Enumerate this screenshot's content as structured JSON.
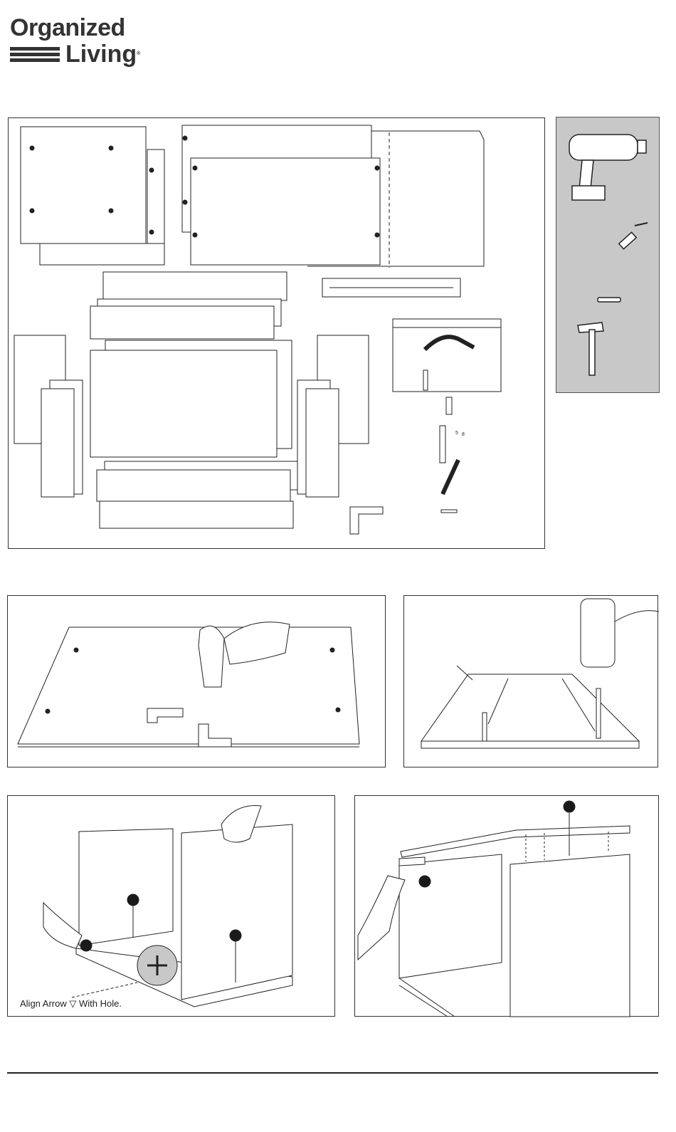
{
  "brand": {
    "line1": "Organized",
    "line2": "Living",
    "trademark": "®"
  },
  "parts_panel": {
    "small_marks": [
      "5",
      "8"
    ]
  },
  "tools_panel": {
    "background": "#c8c8c8",
    "icons": [
      "drill-icon",
      "screwdriver-icon",
      "bit-icon",
      "hammer-icon"
    ]
  },
  "step_panels": {
    "caption_before": "Align Arrow",
    "arrow_glyph": "▽",
    "caption_after": "With Hole."
  },
  "colors": {
    "line": "#222222",
    "fill": "#ffffff",
    "gray": "#c8c8c8",
    "dark": "#1a1a1a"
  }
}
